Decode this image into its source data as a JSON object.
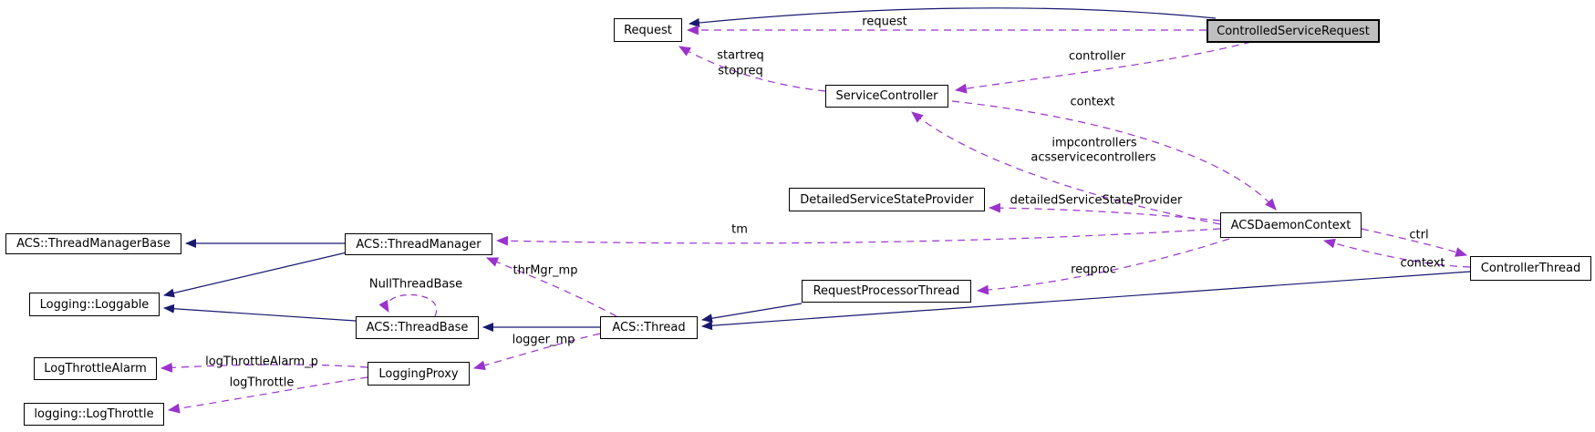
{
  "diagram": {
    "type": "collaboration-graph",
    "colors": {
      "inheritance_edge": "#191970",
      "usage_edge": "#9a32cd",
      "node_fill": "#ffffff",
      "node_border": "#000000",
      "focus_node_fill": "#bfbfbf"
    },
    "nodes": {
      "request": {
        "label": "Request"
      },
      "controlled_service_request": {
        "label": "ControlledServiceRequest"
      },
      "service_controller": {
        "label": "ServiceController"
      },
      "detailed_service_state_provider": {
        "label": "DetailedServiceStateProvider"
      },
      "acs_daemon_context": {
        "label": "ACSDaemonContext"
      },
      "thread_manager_base": {
        "label": "ACS::ThreadManagerBase"
      },
      "thread_manager": {
        "label": "ACS::ThreadManager"
      },
      "controller_thread": {
        "label": "ControllerThread"
      },
      "loggable": {
        "label": "Logging::Loggable"
      },
      "request_processor_thread": {
        "label": "RequestProcessorThread"
      },
      "thread_base": {
        "label": "ACS::ThreadBase"
      },
      "thread": {
        "label": "ACS::Thread"
      },
      "log_throttle_alarm": {
        "label": "LogThrottleAlarm"
      },
      "logging_proxy": {
        "label": "LoggingProxy"
      },
      "log_throttle": {
        "label": "logging::LogThrottle"
      }
    },
    "edge_labels": {
      "request": "request",
      "controller": "controller",
      "startreq": "startreq",
      "stopreq": "stopreq",
      "context_from_service_controller": "context",
      "impcontrollers": "impcontrollers",
      "acsservicecontrollers": "acsservicecontrollers",
      "detailed_service_state_provider": "detailedServiceStateProvider",
      "tm": "tm",
      "ctrl": "ctrl",
      "context_from_controller_thread": "context",
      "reqproc": "reqproc",
      "thr_mgr_mp": "thrMgr_mp",
      "null_thread_base": "NullThreadBase",
      "logger_mp": "logger_mp",
      "log_throttle_alarm_p": "logThrottleAlarm_p",
      "log_throttle": "logThrottle"
    }
  }
}
